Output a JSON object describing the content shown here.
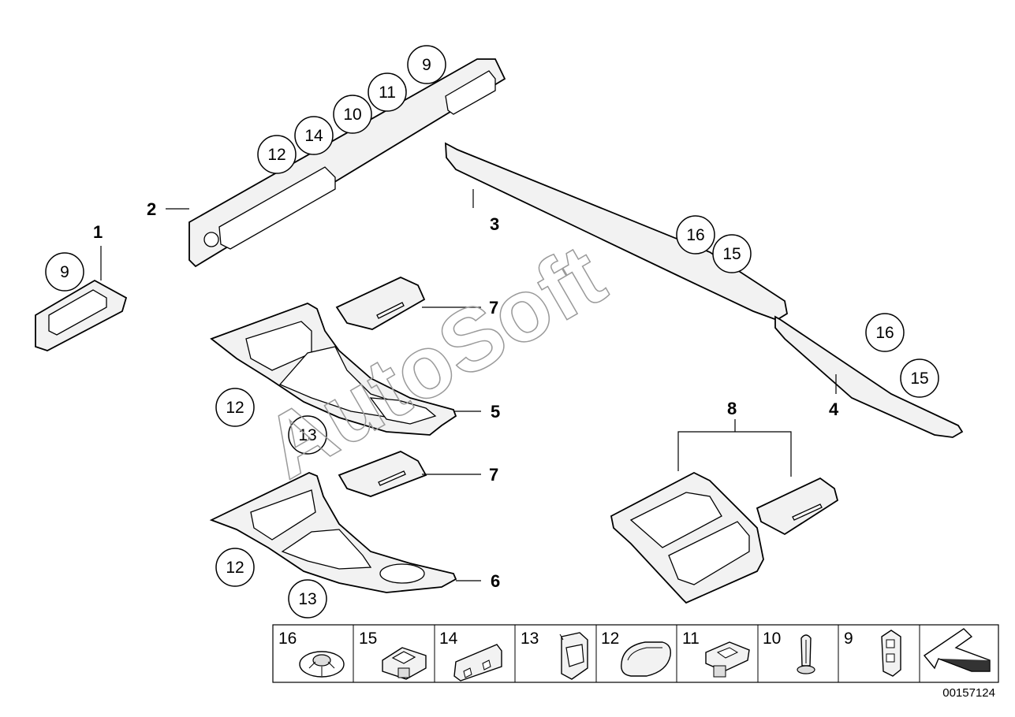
{
  "watermark": "AutoSoft",
  "reference_number": "00157124",
  "part_labels": [
    "1",
    "2",
    "3",
    "4",
    "5",
    "6",
    "7",
    "7",
    "8"
  ],
  "circled_labels": [
    "9",
    "12",
    "14",
    "10",
    "11",
    "9",
    "16",
    "15",
    "16",
    "15",
    "12",
    "13",
    "12",
    "13"
  ],
  "legend": [
    {
      "number": "16",
      "icon": "push-rivet-icon"
    },
    {
      "number": "15",
      "icon": "clip-nut-icon"
    },
    {
      "number": "14",
      "icon": "spring-clip-icon"
    },
    {
      "number": "13",
      "icon": "clamp-clip-icon"
    },
    {
      "number": "12",
      "icon": "adhesive-pad-icon"
    },
    {
      "number": "11",
      "icon": "square-clip-icon"
    },
    {
      "number": "10",
      "icon": "expanding-rivet-icon"
    },
    {
      "number": "9",
      "icon": "bracket-clip-icon"
    },
    {
      "number": "",
      "icon": "direction-arrow-icon"
    }
  ]
}
